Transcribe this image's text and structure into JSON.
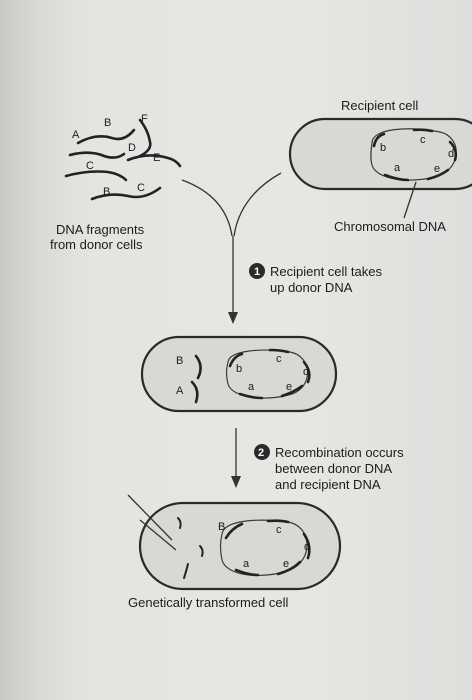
{
  "labels": {
    "recipient_cell": "Recipient cell",
    "chromosomal_dna": "Chromosomal DNA",
    "dna_fragments_line1": "DNA fragments",
    "dna_fragments_line2": "from donor cells",
    "step1_number": "1",
    "step1_line1": "Recipient cell takes",
    "step1_line2": "up donor DNA",
    "step2_number": "2",
    "step2_line1": "Recombination occurs",
    "step2_line2": "between donor DNA",
    "step2_line3": "and recipient DNA",
    "transformed_cell": "Genetically transformed cell"
  },
  "fragment_genes": [
    "A",
    "B",
    "F",
    "D",
    "E",
    "C",
    "B",
    "C"
  ],
  "recipient_genes": [
    "b",
    "c",
    "d",
    "a",
    "e"
  ],
  "step1_cell": {
    "donor_genes": [
      "B",
      "A"
    ],
    "recipient_genes": [
      "b",
      "c",
      "d",
      "a",
      "e"
    ]
  },
  "transformed_cell_genes": [
    "B",
    "c",
    "d",
    "a",
    "e"
  ],
  "colors": {
    "ink": "#1c1c1c",
    "cell_fill": "#d8d8d5",
    "step_circle": "#2a2a2a"
  }
}
